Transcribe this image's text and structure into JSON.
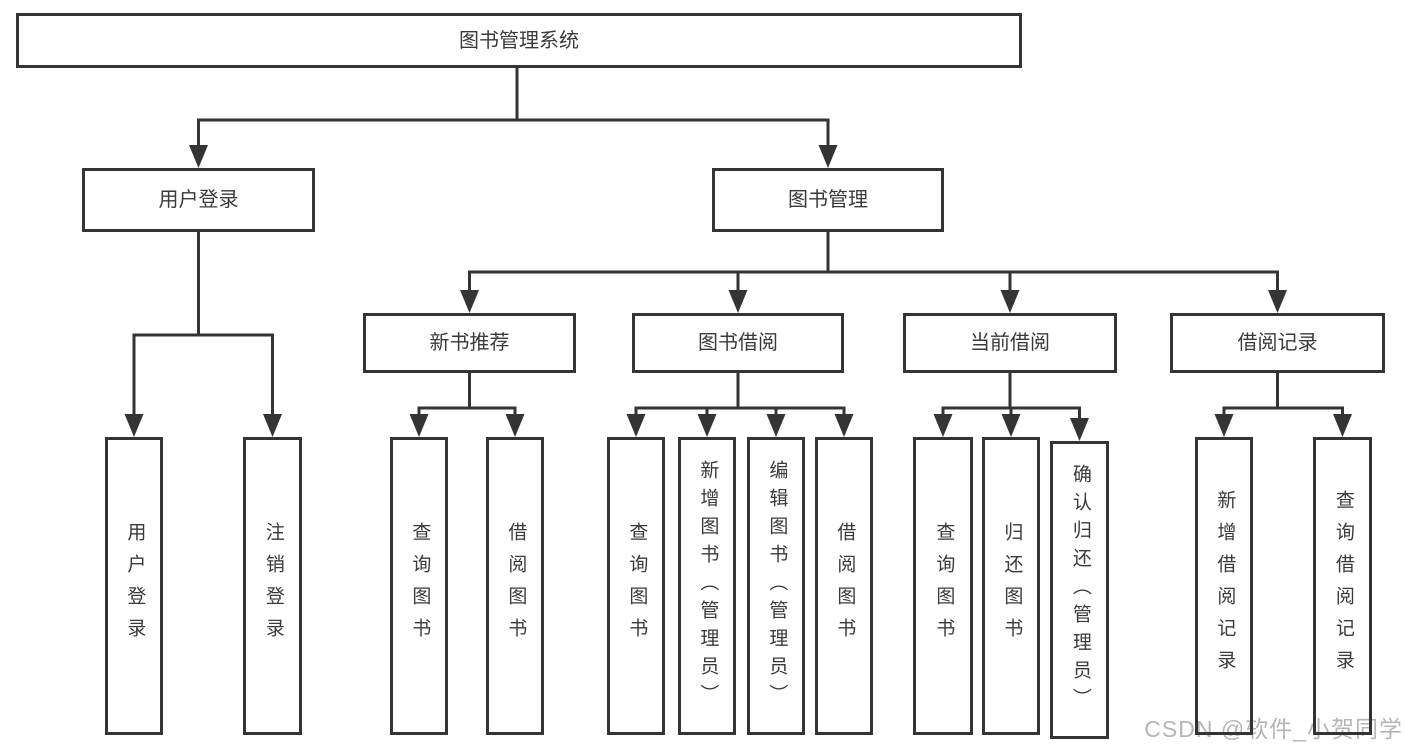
{
  "diagram": {
    "root": {
      "label": "图书管理系统"
    },
    "branches": [
      {
        "label": "用户登录",
        "children": [
          {
            "label": "用户登录"
          },
          {
            "label": "注销登录"
          }
        ]
      },
      {
        "label": "图书管理",
        "groups": [
          {
            "label": "新书推荐",
            "children": [
              {
                "label": "查询图书"
              },
              {
                "label": "借阅图书"
              }
            ]
          },
          {
            "label": "图书借阅",
            "children": [
              {
                "label": "查询图书"
              },
              {
                "label": "新增图书（管理员）"
              },
              {
                "label": "编辑图书（管理员）"
              },
              {
                "label": "借阅图书"
              }
            ]
          },
          {
            "label": "当前借阅",
            "children": [
              {
                "label": "查询图书"
              },
              {
                "label": "归还图书"
              },
              {
                "label": "确认归还（管理员）"
              }
            ]
          },
          {
            "label": "借阅记录",
            "children": [
              {
                "label": "新增借阅记录"
              },
              {
                "label": "查询借阅记录"
              }
            ]
          }
        ]
      }
    ]
  },
  "watermark": {
    "text": "CSDN @软件_小贺同学"
  },
  "colors": {
    "line": "#343434",
    "text": "#3a3a3a",
    "watermark": "#b5b5b5",
    "background": "#ffffff"
  }
}
